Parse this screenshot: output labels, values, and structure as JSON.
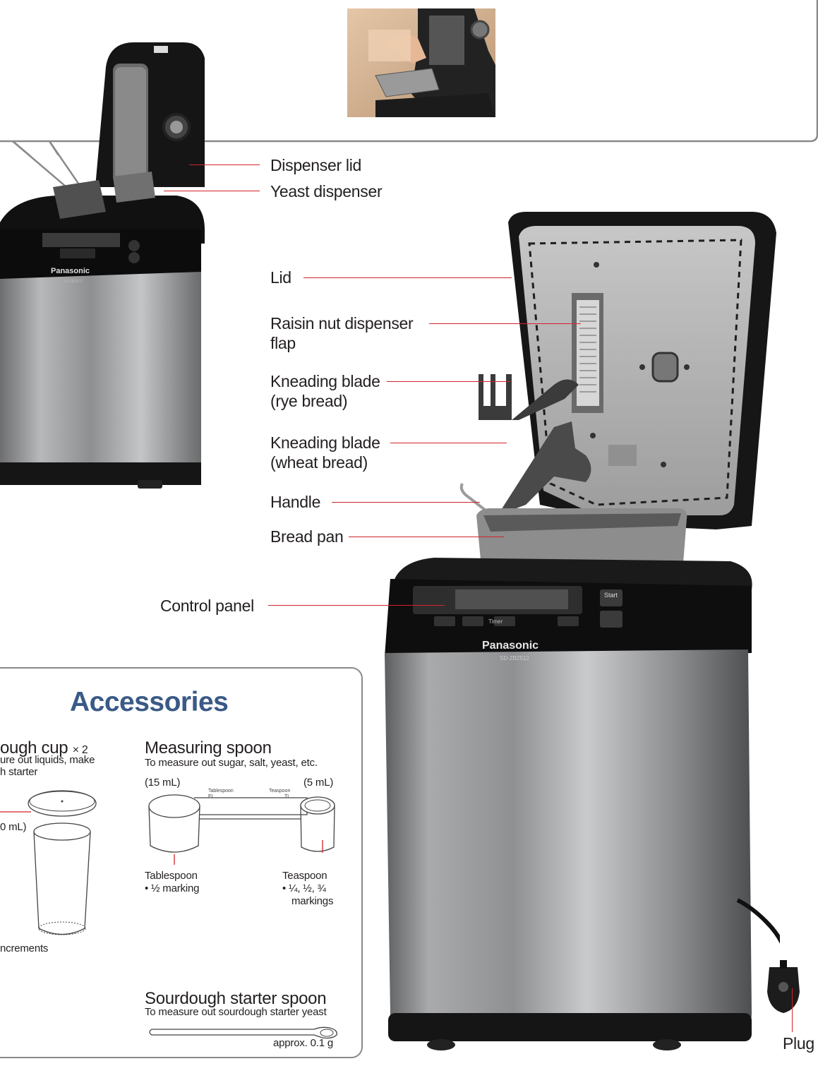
{
  "photo_inset": {
    "alt": "hand inserting yeast dispenser"
  },
  "callouts": {
    "dispenser_lid": "Dispenser lid",
    "yeast_dispenser": "Yeast dispenser",
    "lid": "Lid",
    "raisin_line1": "Raisin nut dispenser",
    "raisin_line2": "flap",
    "kneading_rye_line1": "Kneading blade",
    "kneading_rye_line2": "(rye bread)",
    "kneading_wheat_line1": "Kneading blade",
    "kneading_wheat_line2": "(wheat bread)",
    "handle": "Handle",
    "bread_pan": "Bread pan",
    "control_panel": "Control panel",
    "plug": "Plug"
  },
  "machine_small": {
    "brand": "Panasonic",
    "model": "SD-ZB2512"
  },
  "machine_large": {
    "brand": "Panasonic",
    "model": "SD-ZB2512",
    "btn_start": "Start",
    "btn_timer": "Timer"
  },
  "accessories": {
    "title": "Accessories",
    "cup": {
      "heading": "ough cup",
      "count": "× 2",
      "desc_line1": "ure out liquids, make",
      "desc_line2": "h starter",
      "capacity": "0 mL)",
      "footer": "ncrements"
    },
    "measuring_spoon": {
      "heading": "Measuring spoon",
      "desc": "To measure out sugar, salt, yeast, etc.",
      "left_size": "(15 mL)",
      "right_size": "(5 mL)",
      "handle_left_1": "Tablespoon",
      "handle_left_2": "EL",
      "handle_right_1": "Teaspoon",
      "handle_right_2": "TL",
      "tablespoon_title": "Tablespoon",
      "tablespoon_note": "• ½ marking",
      "teaspoon_title": "Teaspoon",
      "teaspoon_note_1": "• ¼, ½, ¾",
      "teaspoon_note_2": "markings"
    },
    "sourdough_spoon": {
      "heading": "Sourdough starter spoon",
      "desc": "To measure out sourdough starter yeast",
      "amount": "approx. 0.1 g"
    }
  },
  "colors": {
    "leader": "#d2232a",
    "accent": "#3a5a86",
    "frame": "#8a8a8a"
  }
}
